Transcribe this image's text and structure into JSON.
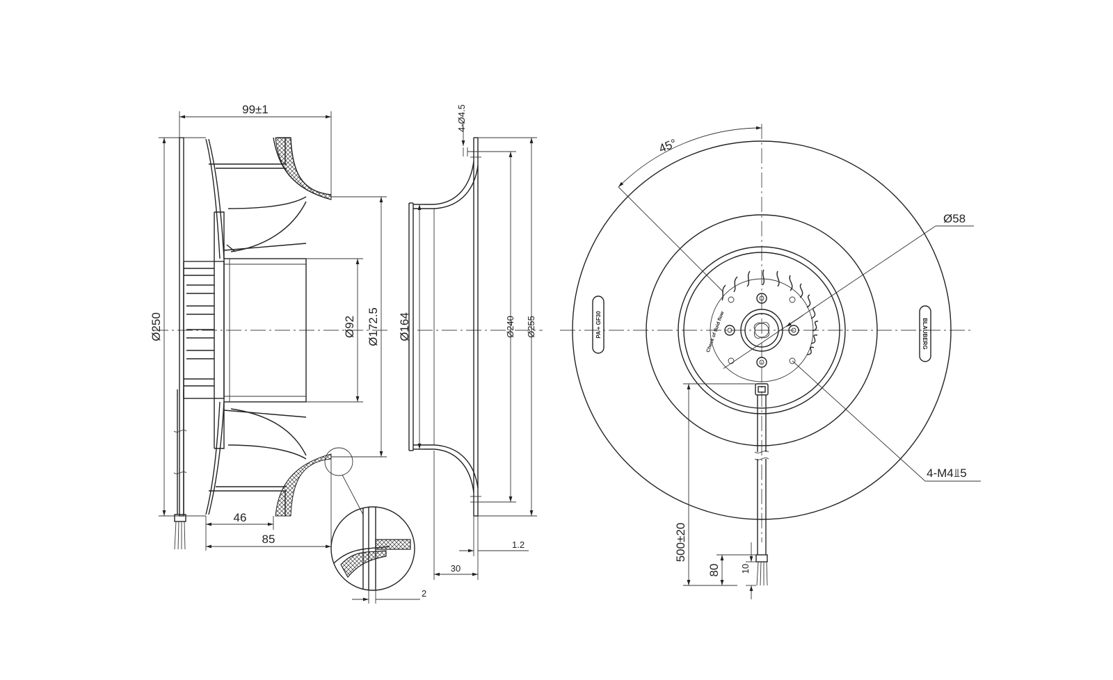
{
  "dimensions": {
    "width_99": "99±1",
    "dia_250": "Ø250",
    "dia_92": "Ø92",
    "dia_172_5": "Ø172.5",
    "width_46": "46",
    "width_85": "85",
    "holes_4_45": "4-Ø4.5",
    "dia_164": "Ø164",
    "dia_240": "Ø240",
    "dia_255": "Ø255",
    "thick_1_2": "1.2",
    "depth_30": "30",
    "detail_2": "2",
    "angle_45": "45°",
    "dia_58": "Ø58",
    "thread_m4": "4-M4⫫5",
    "cable_500": "500±20",
    "strip_80": "80",
    "strip_10": "10"
  },
  "labels": {
    "label_left": "PA + GF30",
    "label_right": "BLAUBERG",
    "hub_text": "Check of fluid flow"
  }
}
